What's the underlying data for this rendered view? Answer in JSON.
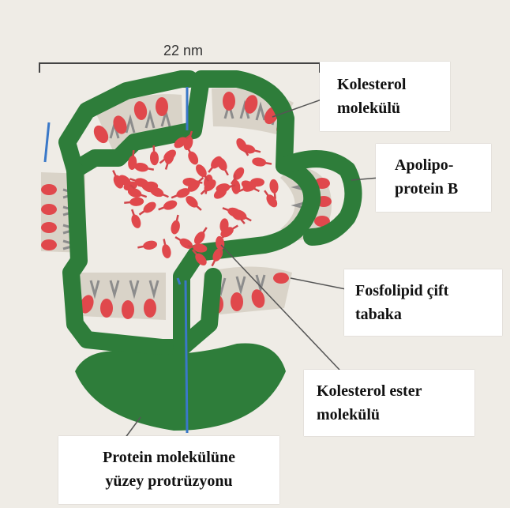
{
  "scale_label": "22 nm",
  "labels": {
    "kolesterol": [
      "Kolesterol",
      "molekülü"
    ],
    "apolipoprotein": [
      "Apolipo-",
      "protein B"
    ],
    "fosfolipid": [
      "Fosfolipid çift",
      "tabaka"
    ],
    "kolesterol_ester": [
      "Kolesterol ester",
      "molekülü"
    ],
    "protein_protrusion": [
      "Protein molekülüne",
      "yüzey protrüzyonu"
    ]
  },
  "colors": {
    "background": "#efece6",
    "apoprotein_green": "#2e7d3a",
    "stripe_blue": "#3a78c8",
    "molecule_red": "#e0484c",
    "phospholipid_band": "#d9d3c8",
    "leader_line": "#555555"
  }
}
